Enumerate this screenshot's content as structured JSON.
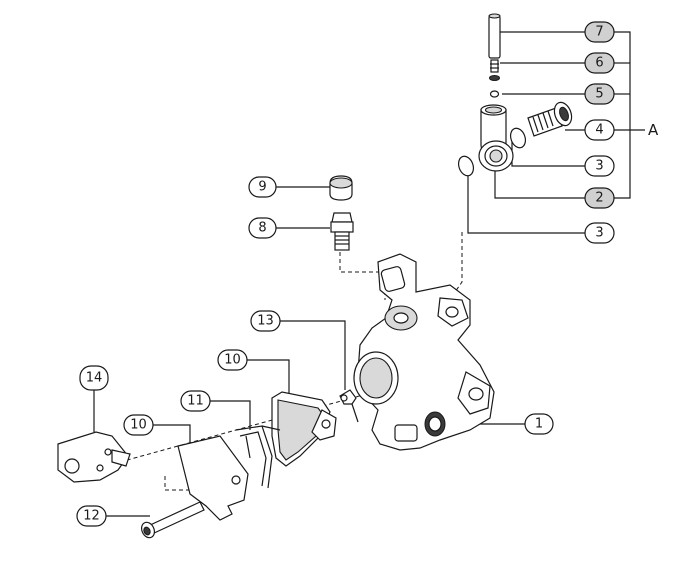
{
  "callouts": {
    "c1": {
      "label": "1",
      "fill": "#ffffff"
    },
    "c2": {
      "label": "2",
      "fill": "#d0d0d0"
    },
    "c3a": {
      "label": "3",
      "fill": "#ffffff"
    },
    "c3b": {
      "label": "3",
      "fill": "#ffffff"
    },
    "c4": {
      "label": "4",
      "fill": "#ffffff"
    },
    "c5": {
      "label": "5",
      "fill": "#d0d0d0"
    },
    "c6": {
      "label": "6",
      "fill": "#d0d0d0"
    },
    "c7": {
      "label": "7",
      "fill": "#d0d0d0"
    },
    "c8": {
      "label": "8",
      "fill": "#ffffff"
    },
    "c9": {
      "label": "9",
      "fill": "#ffffff"
    },
    "c10a": {
      "label": "10",
      "fill": "#ffffff"
    },
    "c10b": {
      "label": "10",
      "fill": "#ffffff"
    },
    "c11": {
      "label": "11",
      "fill": "#ffffff"
    },
    "c12": {
      "label": "12",
      "fill": "#ffffff"
    },
    "c13": {
      "label": "13",
      "fill": "#ffffff"
    },
    "c14": {
      "label": "14",
      "fill": "#ffffff"
    }
  },
  "group_label": "A"
}
